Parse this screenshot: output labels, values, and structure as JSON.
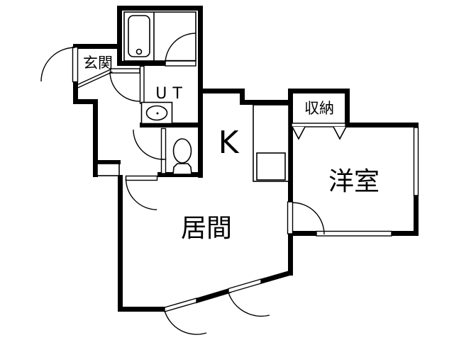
{
  "title": "apartment-floor-plan",
  "colors": {
    "line": "#000000",
    "background": "#ffffff"
  },
  "rooms": {
    "genkan": {
      "label": "玄関"
    },
    "ut": {
      "label": "UT"
    },
    "kitchen": {
      "label": "K"
    },
    "storage": {
      "label": "収納"
    },
    "western": {
      "label": "洋室"
    },
    "living": {
      "label": "居間"
    }
  },
  "fixtures": {
    "bathtub": "bathtub-icon",
    "washbasin": "washbasin-icon",
    "toilet": "toilet-icon",
    "kitchen_sink": "kitchen-sink-icon",
    "folding_door": "bifold-door-icon"
  }
}
